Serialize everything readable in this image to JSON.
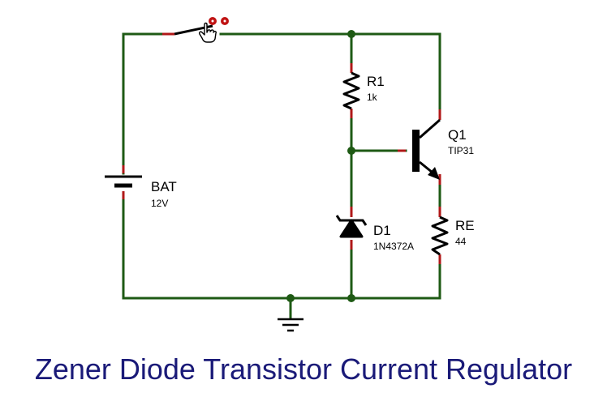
{
  "title": "Zener Diode Transistor Current Regulator",
  "components": {
    "battery": {
      "ref": "BAT",
      "value": "12V"
    },
    "resistor_top": {
      "ref": "R1",
      "value": "1k"
    },
    "transistor": {
      "ref": "Q1",
      "value": "TIP31"
    },
    "zener": {
      "ref": "D1",
      "value": "1N4372A"
    },
    "resistor_emitter": {
      "ref": "RE",
      "value": "44"
    }
  },
  "colors": {
    "wire": "#1e5a14",
    "pin": "#b01818",
    "component": "#000000",
    "junction": "#1e5a14",
    "title": "#1a1a78",
    "switch_indicator": "#c01414"
  },
  "icons": {
    "switch_cursor": "hand-pointer-icon",
    "ground": "ground-icon"
  }
}
